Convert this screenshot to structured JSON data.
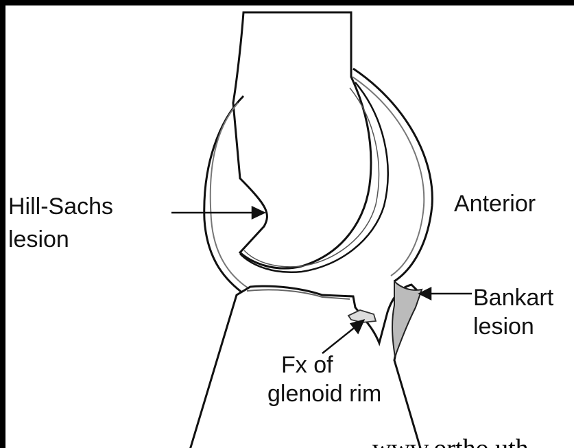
{
  "labels": {
    "hill_sachs_line1": "Hill-Sachs",
    "hill_sachs_line2": "lesion",
    "anterior": "Anterior",
    "bankart_line1": "Bankart",
    "bankart_line2": "lesion",
    "fx_line1": "Fx of",
    "fx_line2": "glenoid rim"
  },
  "watermark": "www.ortho.uth"
}
